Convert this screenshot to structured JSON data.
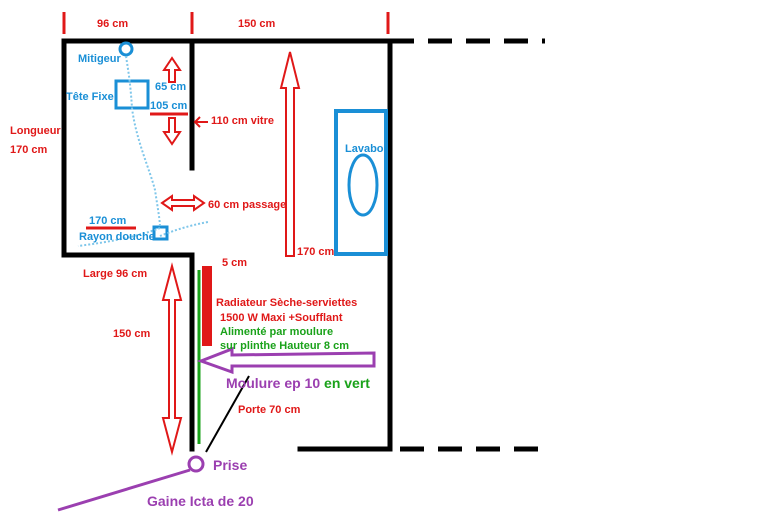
{
  "dimensions": {
    "top_width_left": "96 cm",
    "top_width_right": "150 cm",
    "length_label_line1": "Longueur",
    "length_label_line2": "170 cm",
    "shower_width": "Large 96 cm",
    "lower_height": "150 cm",
    "corridor_length": "170 cm",
    "gap": "5 cm",
    "glass_wall": "110 cm vitre",
    "passage": "60 cm passage",
    "shower_head_h1": "65 cm",
    "shower_head_h2": "105 cm",
    "shower_radius": "170 cm",
    "door": "Porte 70 cm"
  },
  "fixtures": {
    "mitigeur": "Mitigeur",
    "tete_fixe": "Tête Fixe",
    "rayon_douche": "Rayon douche",
    "lavabo": "Lavabo",
    "prise": "Prise",
    "gaine": "Gaine Icta de 20"
  },
  "radiator": {
    "line1": "Radiateur Sèche-serviettes",
    "line2": "1500 W  Maxi +Soufflant",
    "line3": "Alimenté par moulure",
    "line4": "sur plinthe  Hauteur 8 cm"
  },
  "moulure": {
    "label": "Moulure ep 10 ",
    "label_color_word": "en vert"
  },
  "colors": {
    "wall": "#000000",
    "dimension": "#e01818",
    "fixture": "#1a8fd6",
    "moulure": "#1aa21a",
    "electric": "#9b3fb0"
  }
}
